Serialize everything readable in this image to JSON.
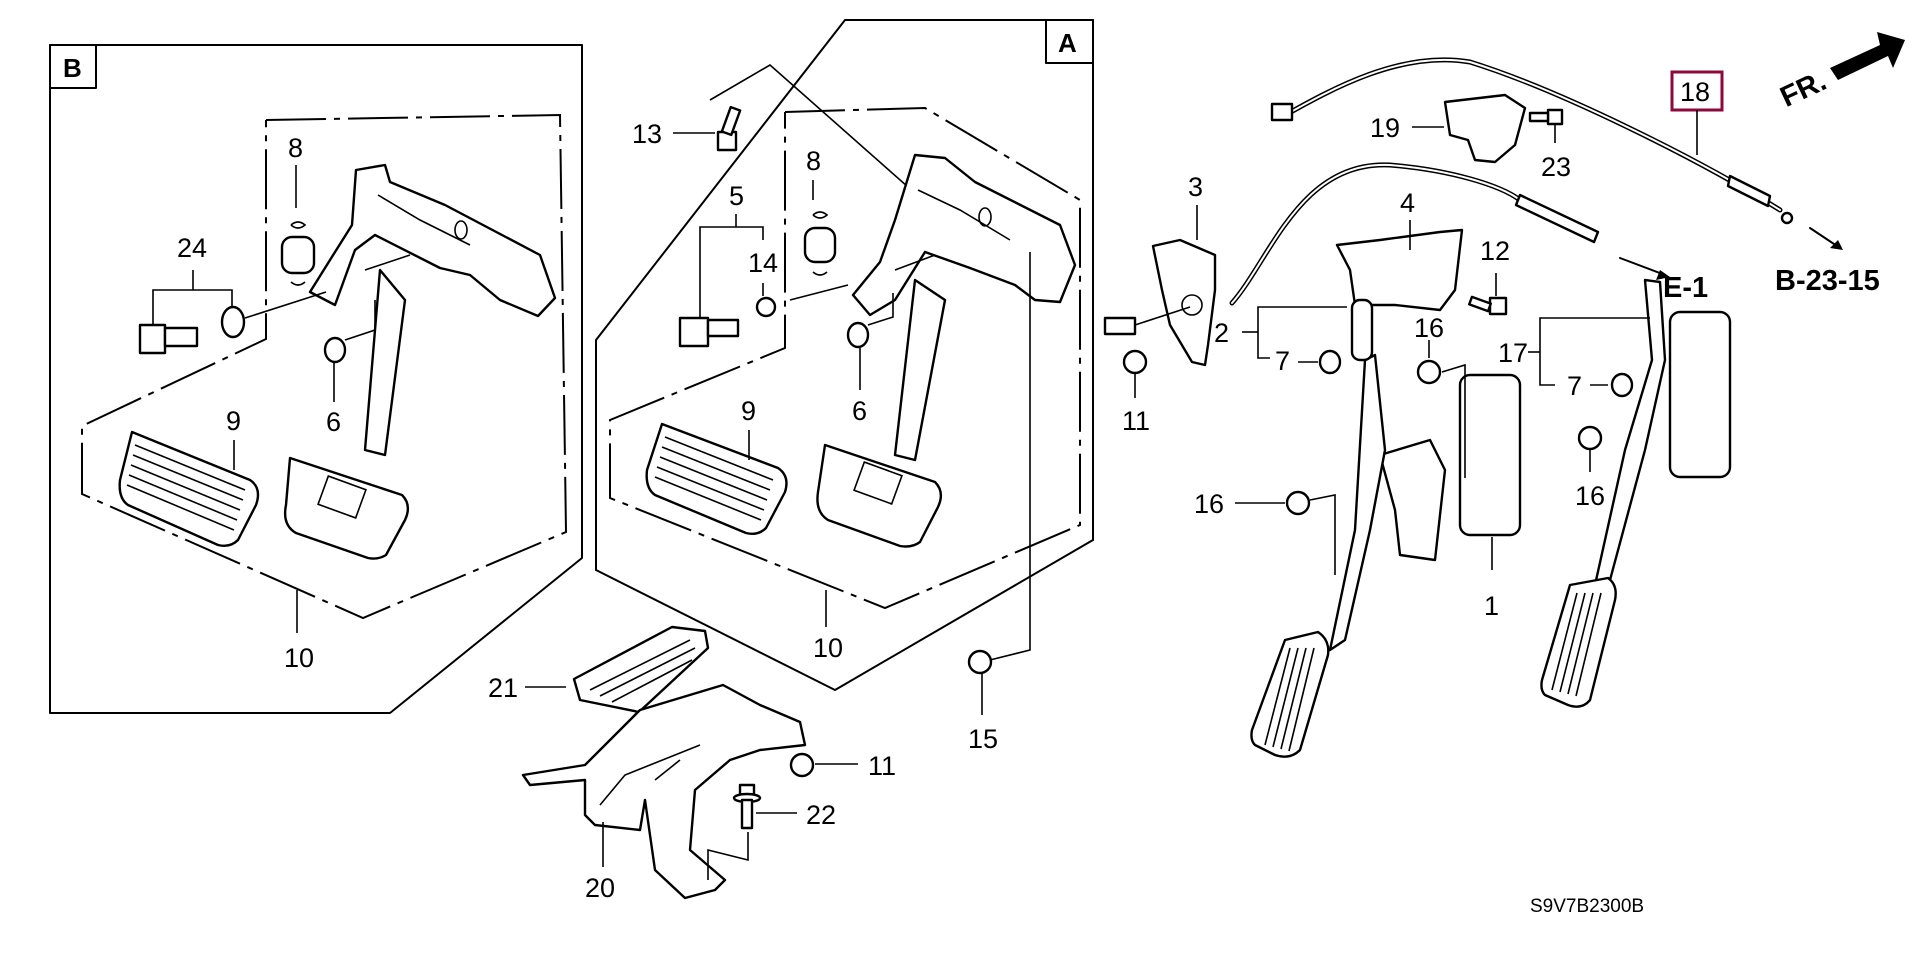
{
  "diagram": {
    "code": "S9V7B2300B",
    "direction_label": "FR.",
    "inset_labels": {
      "a": "A",
      "b": "B"
    },
    "highlight_color": "#8b0a3a",
    "references": [
      {
        "id": "ref-e1",
        "text": "E-1"
      },
      {
        "id": "ref-b2315",
        "text": "B-23-15"
      }
    ],
    "callouts": {
      "p1": "1",
      "p2": "2",
      "p3": "3",
      "p4": "4",
      "p5": "5",
      "p6a": "6",
      "p6b": "6",
      "p7a": "7",
      "p7b": "7",
      "p8a": "8",
      "p8b": "8",
      "p9a": "9",
      "p9b": "9",
      "p10a": "10",
      "p10b": "10",
      "p11a": "11",
      "p11b": "11",
      "p12": "12",
      "p13": "13",
      "p14": "14",
      "p15": "15",
      "p16a": "16",
      "p16b": "16",
      "p16c": "16",
      "p17": "17",
      "p18": "18",
      "p19": "19",
      "p20": "20",
      "p21": "21",
      "p22": "22",
      "p23": "23",
      "p24": "24"
    },
    "highlighted_part": "18"
  }
}
